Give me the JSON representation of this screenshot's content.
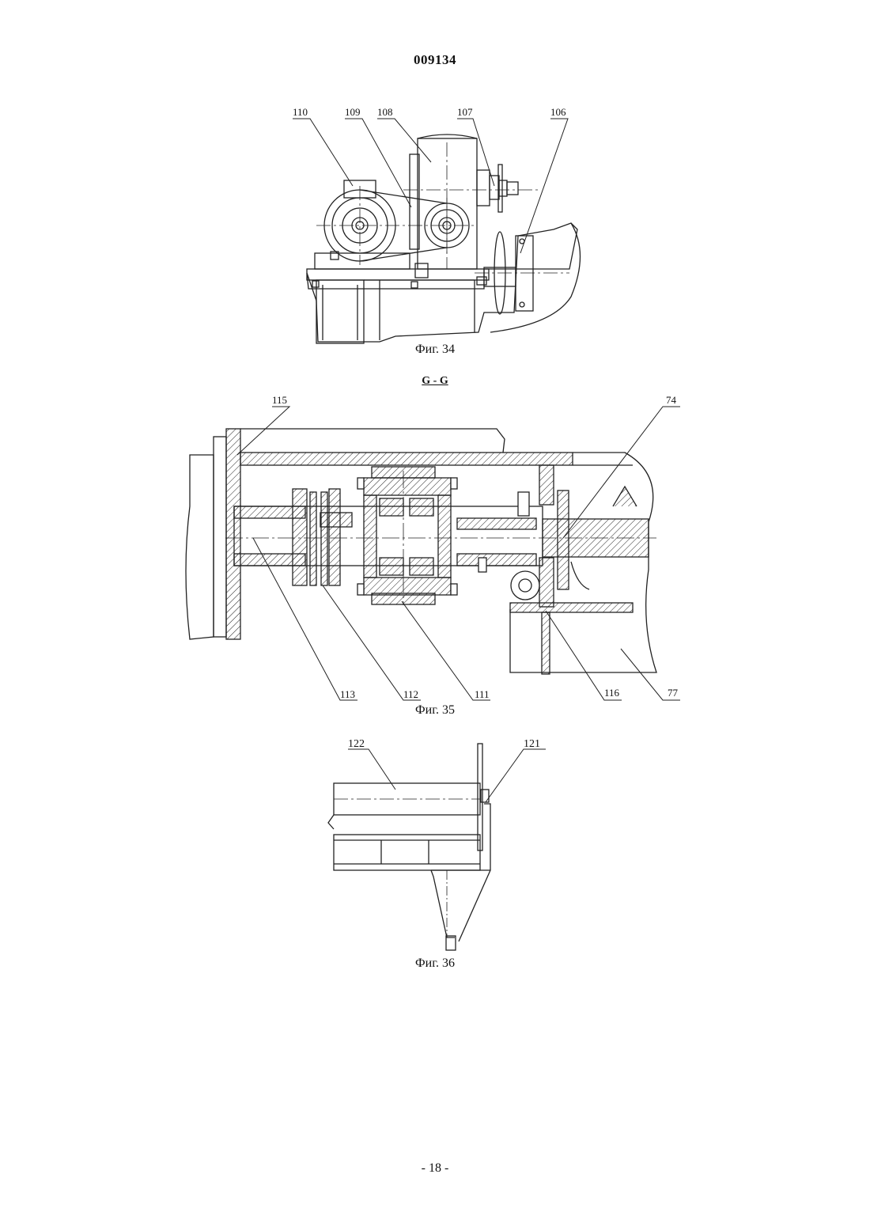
{
  "header": {
    "doc_number": "009134"
  },
  "figures": {
    "fig34": {
      "caption": "Фиг. 34",
      "labels": [
        "110",
        "109",
        "108",
        "107",
        "106"
      ]
    },
    "fig35": {
      "section_title": "G - G",
      "caption": "Фиг. 35",
      "labels": [
        "115",
        "74",
        "113",
        "112",
        "111",
        "116",
        "77"
      ]
    },
    "fig36": {
      "caption": "Фиг. 36",
      "labels": [
        "122",
        "121"
      ]
    }
  },
  "footer": {
    "page_number": "- 18 -"
  }
}
